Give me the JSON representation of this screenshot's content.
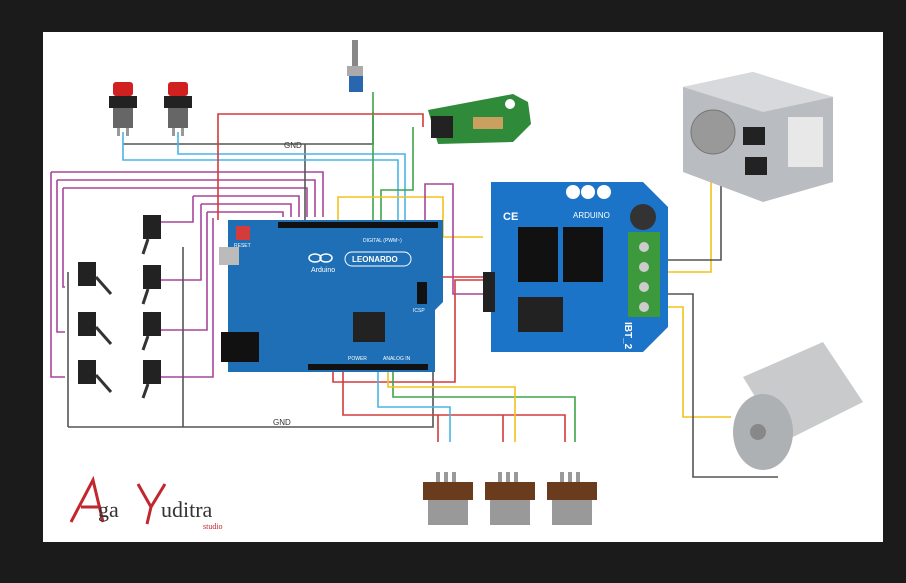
{
  "diagram": {
    "wire_labels": {
      "gnd_top": "GND",
      "gnd_bottom": "GND"
    },
    "arduino": {
      "name_label": "LEONARDO",
      "logo_text": "Arduino",
      "reset_label": "RESET",
      "digital_label": "DIGITAL (PWM~)",
      "power_label": "POWER",
      "analog_label": "ANALOG IN",
      "icsp_label": "ICSP"
    },
    "driver": {
      "board_label": "ARDUINO",
      "model_label": "IBT_2",
      "ce_mark": "CE"
    },
    "logo": {
      "brand_a": "ga",
      "brand_b": "uditra",
      "sub": "studio"
    },
    "colors": {
      "wire_red": "#d43b3b",
      "wire_purple": "#a8459a",
      "wire_blue": "#4ab4e6",
      "wire_green": "#3ea548",
      "wire_yellow": "#f2c21b",
      "wire_gray": "#555555",
      "arduino_blue": "#1e6fb5",
      "driver_blue": "#1c74c8"
    }
  }
}
